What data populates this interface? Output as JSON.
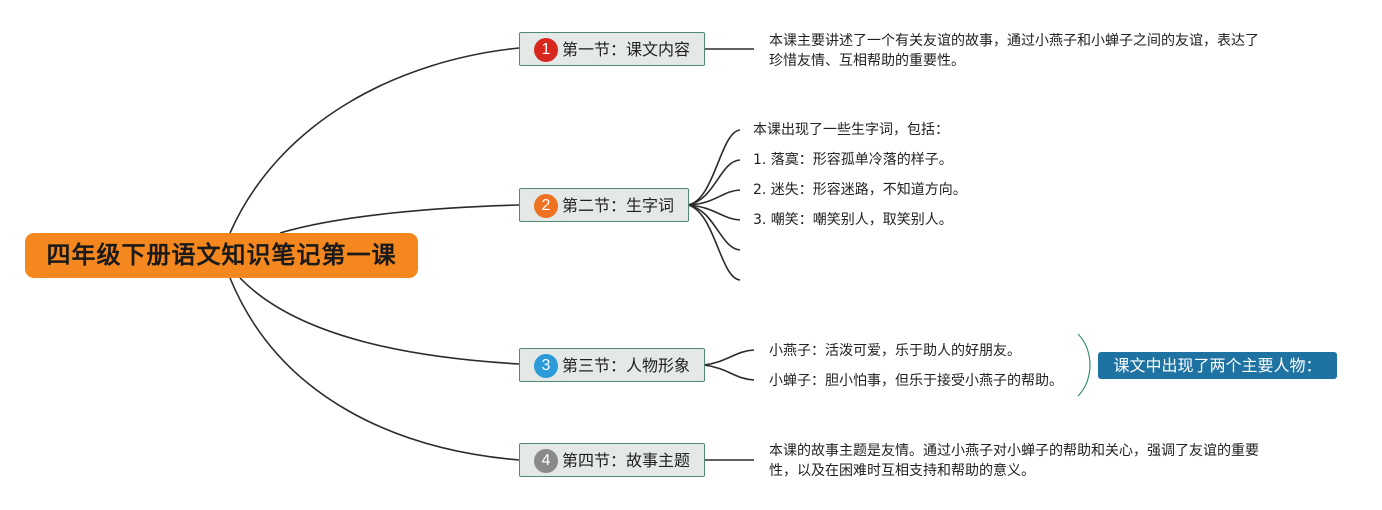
{
  "root": {
    "title": "四年级下册语文知识笔记第一课"
  },
  "sections": [
    {
      "number": "1",
      "color": "#d8271c",
      "label": "第一节：课文内容",
      "content": [
        "本课主要讲述了一个有关友谊的故事，通过小燕子和小蝉子之间的友谊，表达了",
        "珍惜友情、互相帮助的重要性。"
      ]
    },
    {
      "number": "2",
      "color": "#ee7222",
      "label": "第二节：生字词",
      "items": [
        "本课出现了一些生字词，包括：",
        "1. 落寞：形容孤单冷落的样子。",
        "2. 迷失：形容迷路，不知道方向。",
        "3. 嘲笑：嘲笑别人，取笑别人。",
        "",
        ""
      ]
    },
    {
      "number": "3",
      "color": "#2a9ad8",
      "label": "第三节：人物形象",
      "items": [
        "小燕子：活泼可爱，乐于助人的好朋友。",
        "小蝉子：胆小怕事，但乐于接受小燕子的帮助。"
      ],
      "summary": "课文中出现了两个主要人物："
    },
    {
      "number": "4",
      "color": "#8a8a8a",
      "label": "第四节：故事主题",
      "content": [
        "本课的故事主题是友情。通过小燕子对小蝉子的帮助和关心，强调了友谊的重要",
        "性，以及在困难时互相支持和帮助的意义。"
      ]
    }
  ]
}
